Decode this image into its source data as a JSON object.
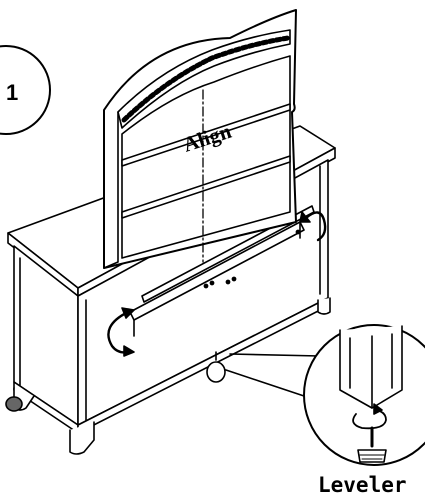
{
  "step": {
    "number": "1"
  },
  "labels": {
    "align": "Align",
    "leveler": "Leveler"
  },
  "colors": {
    "line": "#000000",
    "fill": "#ffffff",
    "shade": "#d9d9d9"
  }
}
